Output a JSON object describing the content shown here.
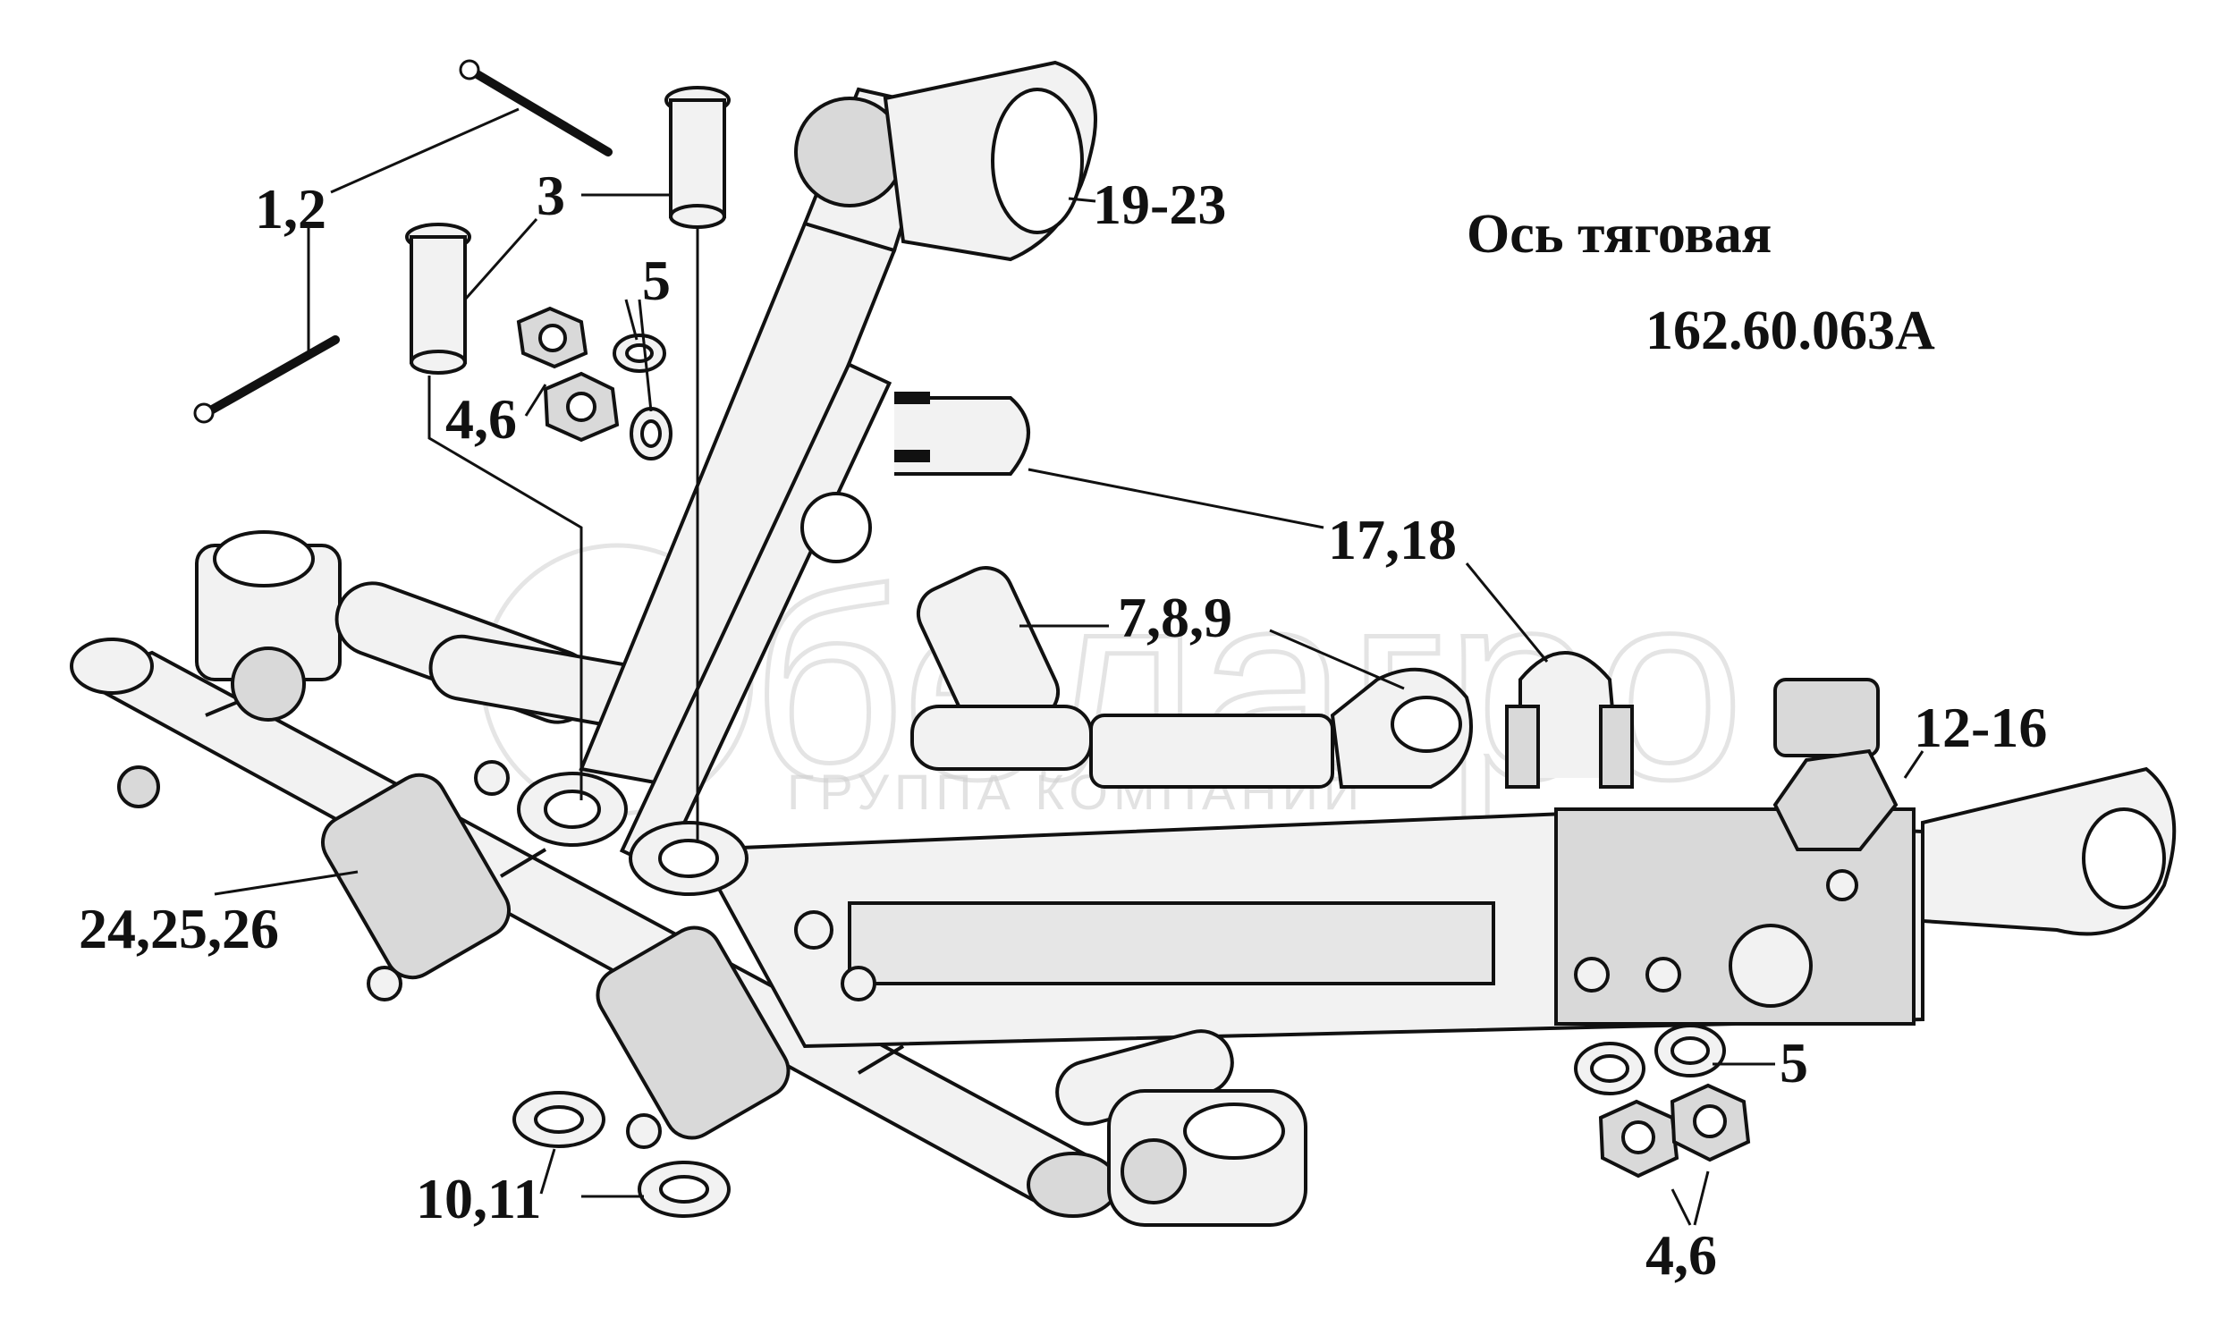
{
  "title": {
    "line1": "Ось тяговая",
    "line2": "162.60.063А"
  },
  "watermark": {
    "logo": "белагро",
    "sub": "ГРУППА КОМПАНИЙ"
  },
  "callouts": {
    "c1": "1,2",
    "c2": "3",
    "c3": "5",
    "c4": "4,6",
    "c5": "19-23",
    "c6": "17,18",
    "c7": "7,8,9",
    "c8": "12-16",
    "c9": "24,25,26",
    "c10": "10,11",
    "c11": "5",
    "c12": "4,6"
  }
}
